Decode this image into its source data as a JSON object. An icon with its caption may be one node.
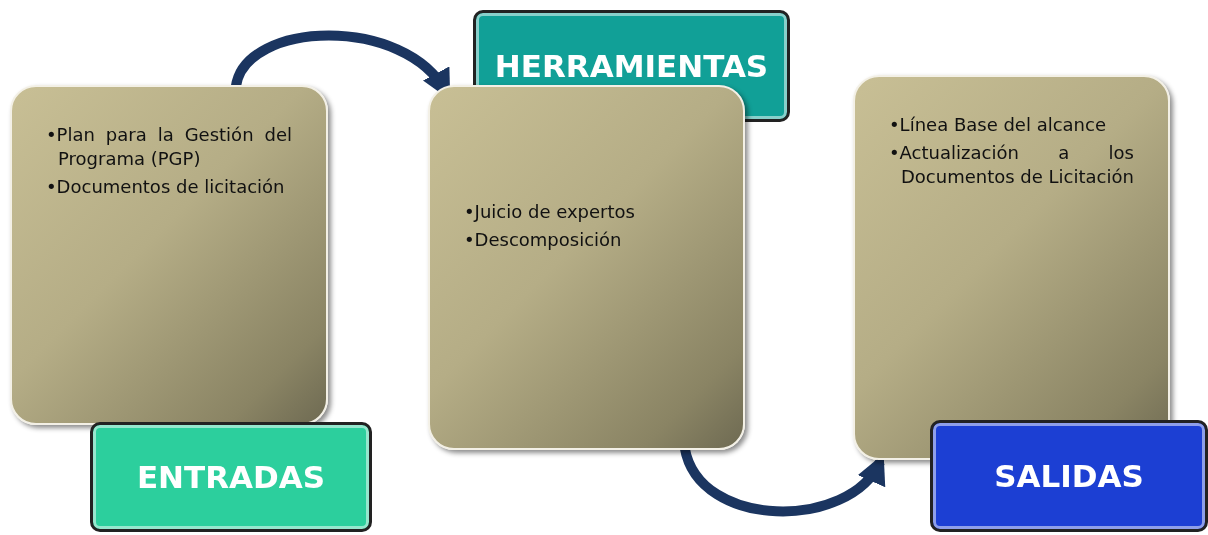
{
  "diagram": {
    "nodes": [
      {
        "text": [
          "•Plan para la Gestión del Programa (PGP)",
          "•Documentos de licitación"
        ]
      },
      {
        "text": [
          "ENTRADAS"
        ]
      },
      {
        "text": [
          "HERRAMIENTAS"
        ]
      },
      {
        "text": [
          "•Juicio de expertos",
          "•Descomposición"
        ]
      },
      {
        "text": [
          "•Línea Base del alcance",
          "•Actualización a los Documentos de Licitación"
        ]
      },
      {
        "text": [
          "SALIDAS"
        ]
      }
    ],
    "edges": [
      {
        "from": 0,
        "to": 3,
        "arrow": "to"
      },
      {
        "from": 3,
        "to": 4,
        "arrow": "to"
      }
    ]
  }
}
